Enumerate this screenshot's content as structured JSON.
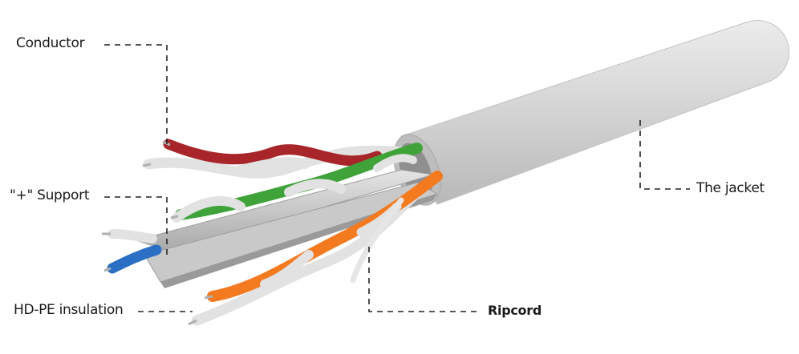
{
  "labels": {
    "conductor": "Conductor",
    "support": "\"+\" Support",
    "insulation": "HD-PE insulation",
    "ripcord": "Ripcord",
    "jacket": "The jacket"
  },
  "colors": {
    "jacket": "#d4d4d4",
    "red_pair": "#a8262a",
    "green_pair": "#3fa33a",
    "orange_pair": "#f47a20",
    "blue_pair": "#2a6fc4",
    "white_stripe": "#e6e6e6",
    "leader_line": "#222222"
  }
}
